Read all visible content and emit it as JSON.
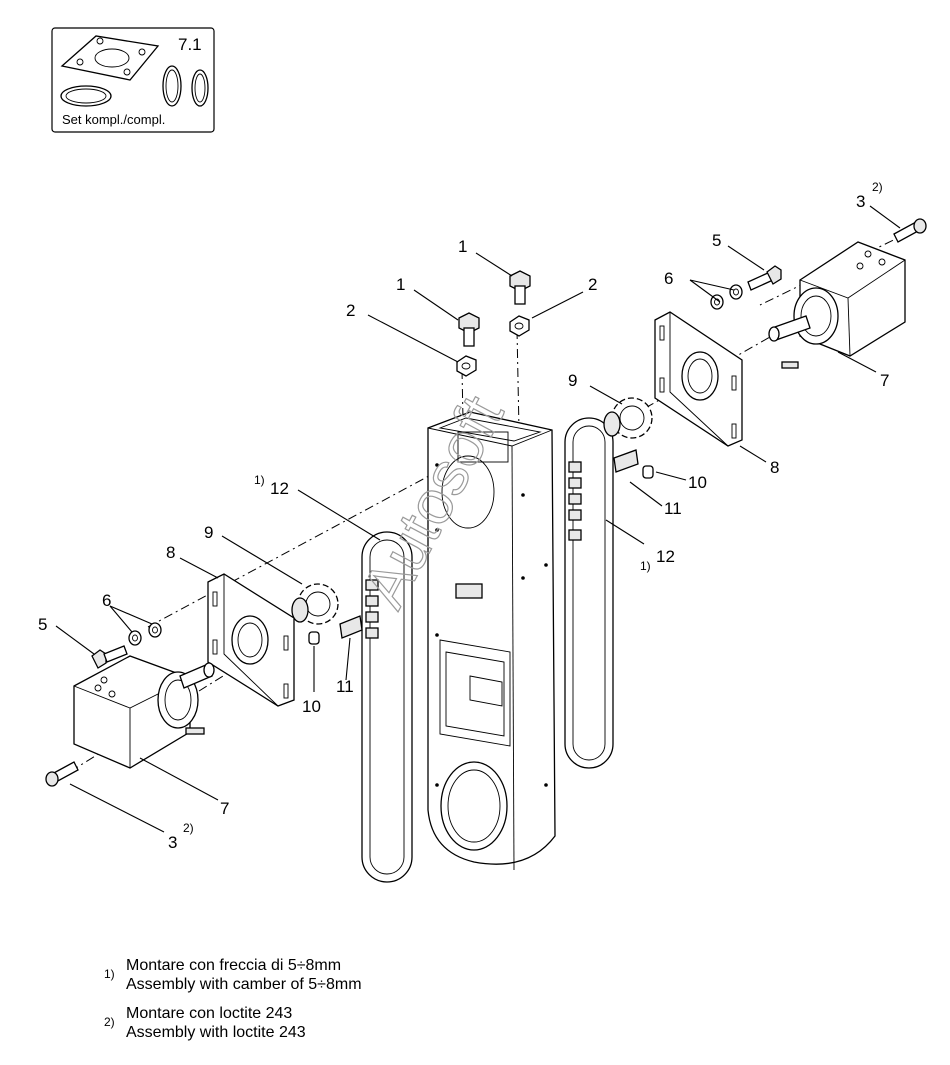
{
  "inset": {
    "item": "7.1",
    "caption": "Set kompl./compl."
  },
  "watermark": "Autosoft",
  "callouts": [
    {
      "id": "c1a",
      "text": "1",
      "sup": ""
    },
    {
      "id": "c1b",
      "text": "1",
      "sup": ""
    },
    {
      "id": "c2a",
      "text": "2",
      "sup": ""
    },
    {
      "id": "c2b",
      "text": "2",
      "sup": ""
    },
    {
      "id": "c3r",
      "text": "3",
      "sup": "2)"
    },
    {
      "id": "c3l",
      "text": "3",
      "sup": "2)"
    },
    {
      "id": "c5r",
      "text": "5",
      "sup": ""
    },
    {
      "id": "c5l",
      "text": "5",
      "sup": ""
    },
    {
      "id": "c6r",
      "text": "6",
      "sup": ""
    },
    {
      "id": "c6l",
      "text": "6",
      "sup": ""
    },
    {
      "id": "c7r",
      "text": "7",
      "sup": ""
    },
    {
      "id": "c7l",
      "text": "7",
      "sup": ""
    },
    {
      "id": "c8r",
      "text": "8",
      "sup": ""
    },
    {
      "id": "c8l",
      "text": "8",
      "sup": ""
    },
    {
      "id": "c9r",
      "text": "9",
      "sup": ""
    },
    {
      "id": "c9l",
      "text": "9",
      "sup": ""
    },
    {
      "id": "c10r",
      "text": "10",
      "sup": ""
    },
    {
      "id": "c10l",
      "text": "10",
      "sup": ""
    },
    {
      "id": "c11r",
      "text": "11",
      "sup": ""
    },
    {
      "id": "c11l",
      "text": "11",
      "sup": ""
    },
    {
      "id": "c12l",
      "text": "12",
      "sup": "1)"
    },
    {
      "id": "c12r",
      "text": "12",
      "sup": "1)"
    }
  ],
  "notes": [
    {
      "num": "1)",
      "lines": [
        "Montare con freccia di 5÷8mm",
        "Assembly with camber of 5÷8mm"
      ]
    },
    {
      "num": "2)",
      "lines": [
        "Montare con loctite 243",
        "Assembly with loctite 243"
      ]
    }
  ]
}
